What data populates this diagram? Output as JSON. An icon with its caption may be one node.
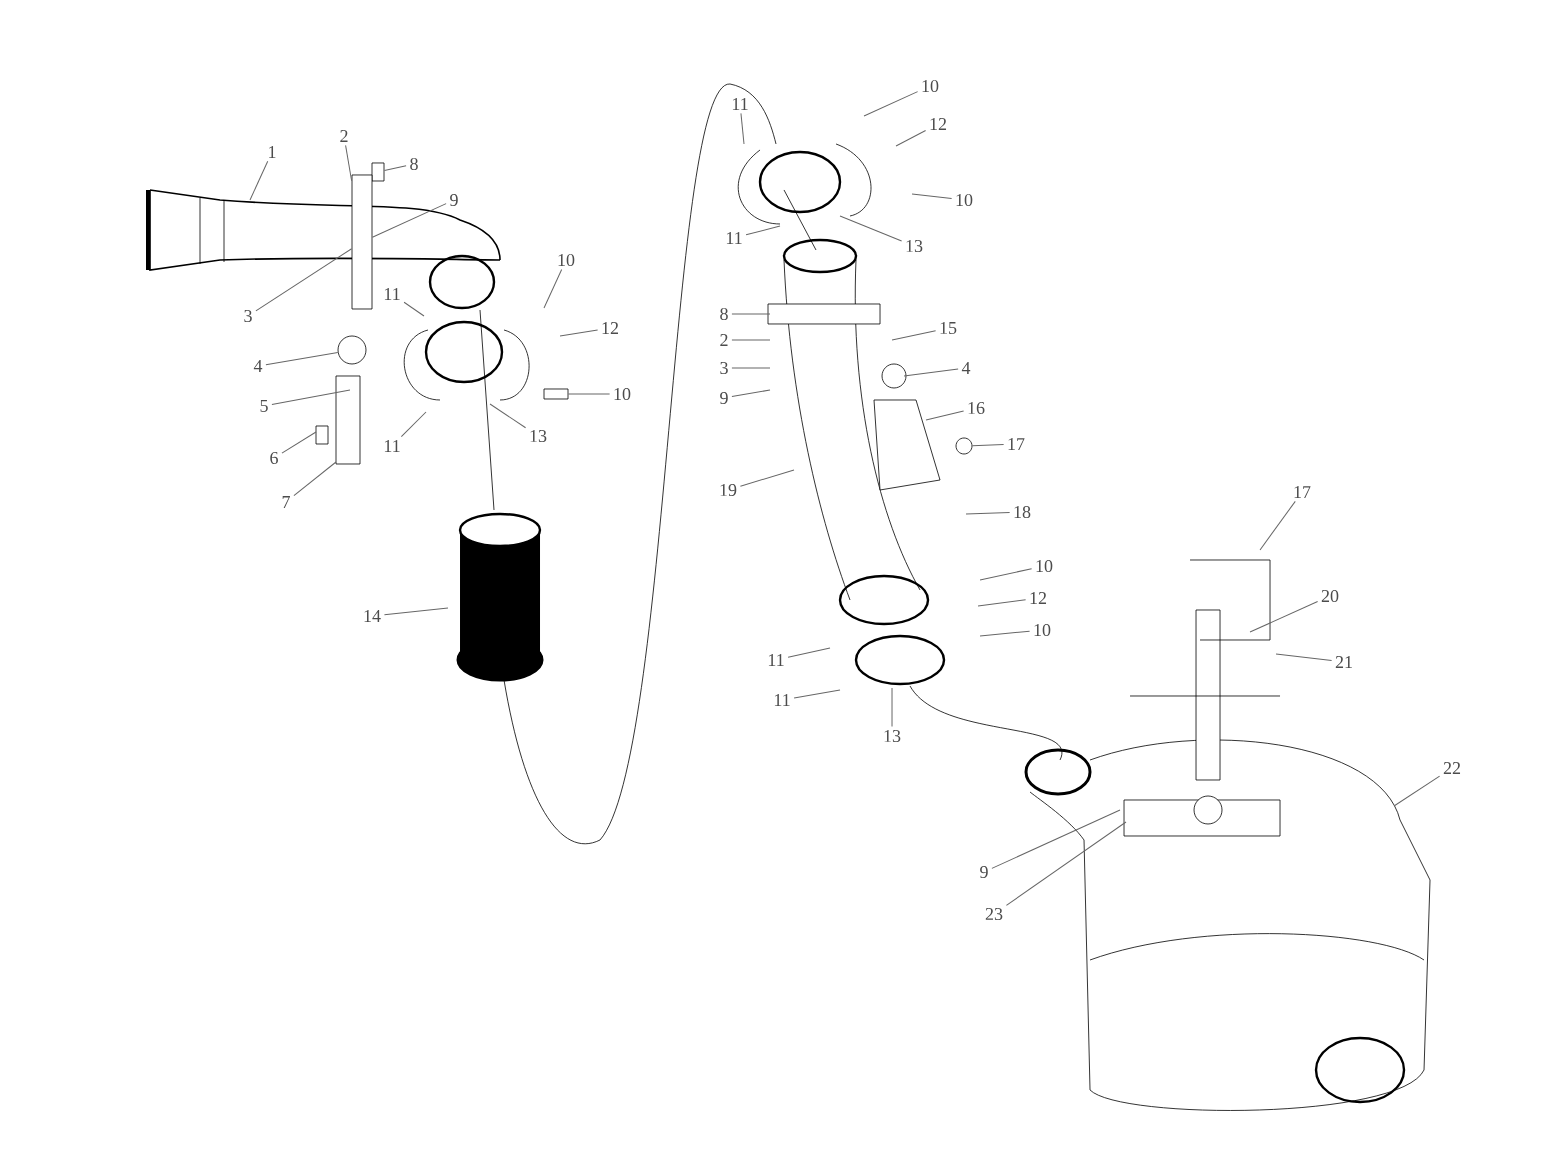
{
  "diagram": {
    "nodes": [
      {
        "text": [
          "1"
        ]
      },
      {
        "text": [
          "2"
        ]
      },
      {
        "text": [
          "8"
        ]
      },
      {
        "text": [
          "9"
        ]
      },
      {
        "text": [
          "3"
        ]
      },
      {
        "text": [
          "10"
        ]
      },
      {
        "text": [
          "11"
        ]
      },
      {
        "text": [
          "12"
        ]
      },
      {
        "text": [
          "4"
        ]
      },
      {
        "text": [
          "5"
        ]
      },
      {
        "text": [
          "10"
        ]
      },
      {
        "text": [
          "13"
        ]
      },
      {
        "text": [
          "11"
        ]
      },
      {
        "text": [
          "6"
        ]
      },
      {
        "text": [
          "7"
        ]
      },
      {
        "text": [
          "14"
        ]
      },
      {
        "text": [
          "10"
        ]
      },
      {
        "text": [
          "11"
        ]
      },
      {
        "text": [
          "12"
        ]
      },
      {
        "text": [
          "10"
        ]
      },
      {
        "text": [
          "11"
        ]
      },
      {
        "text": [
          "13"
        ]
      },
      {
        "text": [
          "8"
        ]
      },
      {
        "text": [
          "15"
        ]
      },
      {
        "text": [
          "2"
        ]
      },
      {
        "text": [
          "3"
        ]
      },
      {
        "text": [
          "4"
        ]
      },
      {
        "text": [
          "9"
        ]
      },
      {
        "text": [
          "16"
        ]
      },
      {
        "text": [
          "17"
        ]
      },
      {
        "text": [
          "19"
        ]
      },
      {
        "text": [
          "18"
        ]
      },
      {
        "text": [
          "10"
        ]
      },
      {
        "text": [
          "12"
        ]
      },
      {
        "text": [
          "10"
        ]
      },
      {
        "text": [
          "11"
        ]
      },
      {
        "text": [
          "11"
        ]
      },
      {
        "text": [
          "13"
        ]
      },
      {
        "text": [
          "17"
        ]
      },
      {
        "text": [
          "20"
        ]
      },
      {
        "text": [
          "21"
        ]
      },
      {
        "text": [
          "22"
        ]
      },
      {
        "text": [
          "9"
        ]
      },
      {
        "text": [
          "23"
        ]
      },
      {
        "text": [],
        "shape": "box"
      },
      {
        "text": [],
        "shape": "box"
      },
      {
        "text": [],
        "shape": "circle"
      },
      {
        "text": [],
        "shape": "box"
      },
      {
        "text": [],
        "shape": "circle"
      }
    ],
    "edges": [
      {
        "from": 0,
        "to": null,
        "arrow": "none"
      },
      {
        "from": 1,
        "to": 45,
        "arrow": "none"
      },
      {
        "from": 2,
        "to": 44,
        "arrow": "none"
      },
      {
        "from": 3,
        "to": 45,
        "arrow": "none"
      },
      {
        "from": 4,
        "to": 45,
        "arrow": "none"
      },
      {
        "from": 5,
        "to": null,
        "arrow": "none"
      },
      {
        "from": 6,
        "to": null,
        "arrow": "none"
      },
      {
        "from": 7,
        "to": null,
        "arrow": "none"
      },
      {
        "from": 8,
        "to": 46,
        "arrow": "none"
      },
      {
        "from": 9,
        "to": null,
        "arrow": "none"
      },
      {
        "from": 10,
        "to": 47,
        "arrow": "none"
      },
      {
        "from": 11,
        "to": null,
        "arrow": "none"
      },
      {
        "from": 12,
        "to": null,
        "arrow": "none"
      },
      {
        "from": 13,
        "to": null,
        "arrow": "none"
      },
      {
        "from": 14,
        "to": null,
        "arrow": "none"
      },
      {
        "from": 15,
        "to": null,
        "arrow": "none"
      },
      {
        "from": 16,
        "to": null,
        "arrow": "none"
      },
      {
        "from": 17,
        "to": null,
        "arrow": "none"
      },
      {
        "from": 18,
        "to": null,
        "arrow": "none"
      },
      {
        "from": 19,
        "to": null,
        "arrow": "none"
      },
      {
        "from": 20,
        "to": null,
        "arrow": "none"
      },
      {
        "from": 21,
        "to": null,
        "arrow": "none"
      },
      {
        "from": 22,
        "to": null,
        "arrow": "none"
      },
      {
        "from": 23,
        "to": null,
        "arrow": "none"
      },
      {
        "from": 24,
        "to": null,
        "arrow": "none"
      },
      {
        "from": 25,
        "to": null,
        "arrow": "none"
      },
      {
        "from": 26,
        "to": null,
        "arrow": "none"
      },
      {
        "from": 27,
        "to": null,
        "arrow": "none"
      },
      {
        "from": 28,
        "to": null,
        "arrow": "none"
      },
      {
        "from": 29,
        "to": 48,
        "arrow": "none"
      },
      {
        "from": 30,
        "to": null,
        "arrow": "none"
      },
      {
        "from": 31,
        "to": null,
        "arrow": "none"
      },
      {
        "from": 32,
        "to": null,
        "arrow": "none"
      },
      {
        "from": 33,
        "to": null,
        "arrow": "none"
      },
      {
        "from": 34,
        "to": null,
        "arrow": "none"
      },
      {
        "from": 35,
        "to": null,
        "arrow": "none"
      },
      {
        "from": 36,
        "to": null,
        "arrow": "none"
      },
      {
        "from": 37,
        "to": null,
        "arrow": "none"
      },
      {
        "from": 38,
        "to": null,
        "arrow": "none"
      },
      {
        "from": 39,
        "to": null,
        "arrow": "none"
      },
      {
        "from": 40,
        "to": null,
        "arrow": "none"
      },
      {
        "from": 41,
        "to": null,
        "arrow": "none"
      },
      {
        "from": 42,
        "to": null,
        "arrow": "none"
      },
      {
        "from": 43,
        "to": null,
        "arrow": "none"
      }
    ]
  }
}
